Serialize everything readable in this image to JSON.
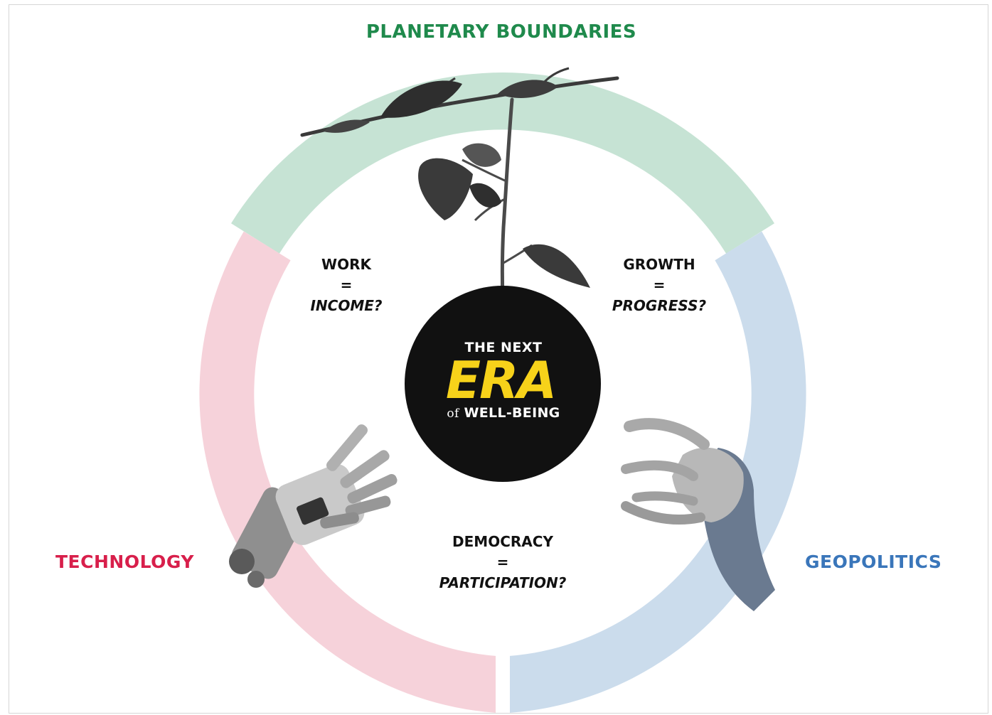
{
  "segments": {
    "top": {
      "label": "PLANETARY BOUNDARIES",
      "color": "#1f8a4c",
      "fill": "#c6e3d4"
    },
    "left": {
      "label": "TECHNOLOGY",
      "color": "#d81f4b",
      "fill": "#f6d2da"
    },
    "right": {
      "label": "GEOPOLITICS",
      "color": "#3a76ba",
      "fill": "#cbdcec"
    }
  },
  "questions": [
    {
      "subject": "WORK",
      "equals": "=",
      "answer": "INCOME?"
    },
    {
      "subject": "GROWTH",
      "equals": "=",
      "answer": "PROGRESS?"
    },
    {
      "subject": "DEMOCRACY",
      "equals": "=",
      "answer": "PARTICIPATION?"
    }
  ],
  "center": {
    "line1": "THE NEXT",
    "line2": "ERA",
    "line3_prefix": "of",
    "line3": "WELL-BEING",
    "accent": "#f7d21a"
  },
  "illustrations": [
    "plant-branch",
    "robot-hand",
    "human-hand"
  ]
}
